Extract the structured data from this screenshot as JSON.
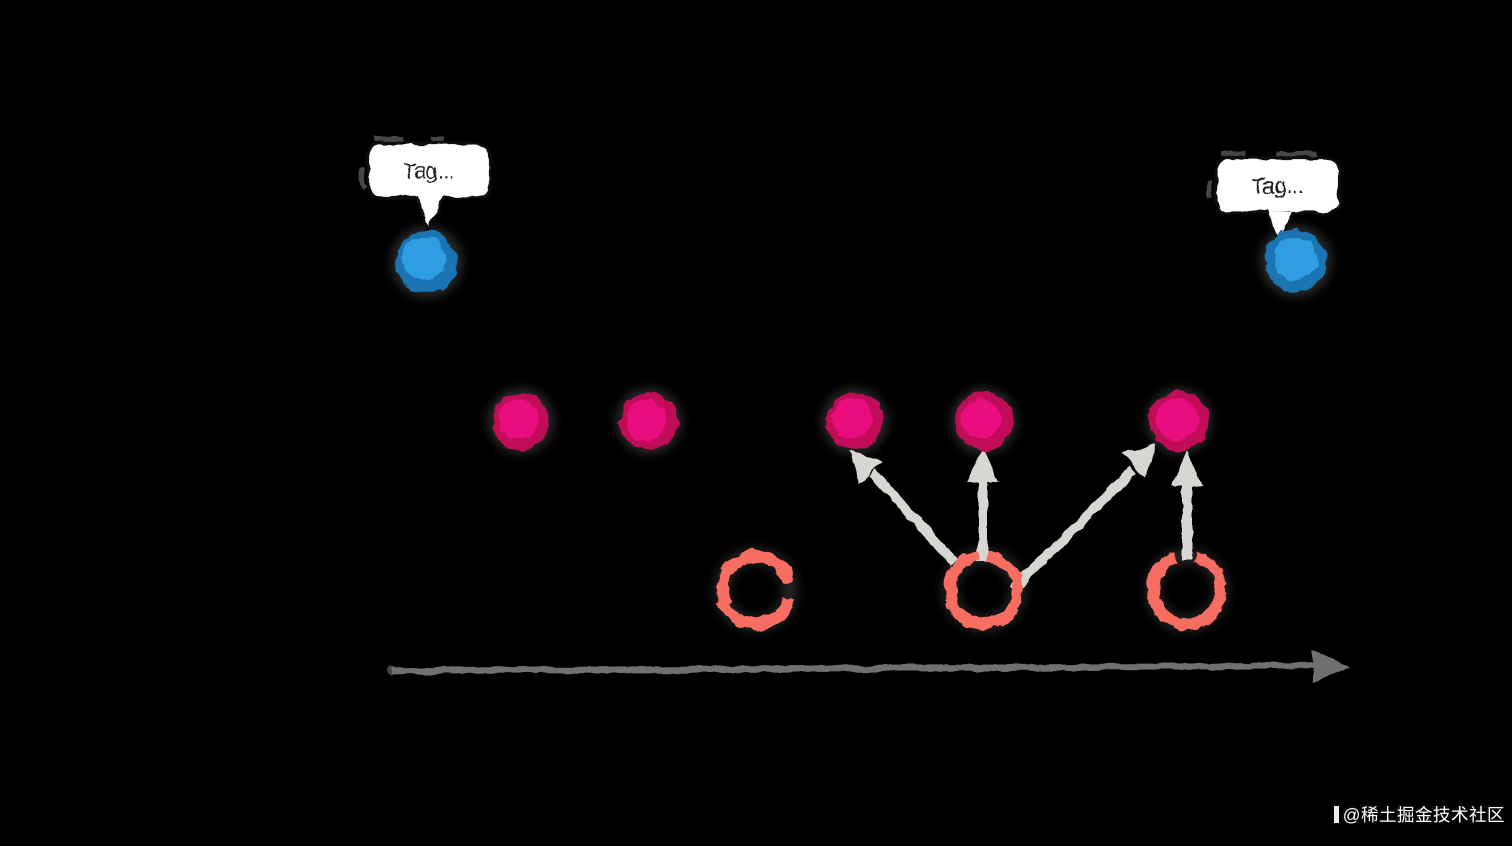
{
  "canvas": {
    "background": "#000000"
  },
  "diagram": {
    "tag_bubbles": [
      {
        "label": "Tag..."
      },
      {
        "label": "Tag..."
      }
    ]
  },
  "watermark": {
    "text": "@稀土掘金技术社区"
  },
  "colors": {
    "background": "#000000",
    "blue_outer": "#1c74b2",
    "blue_inner": "#2f9de2",
    "pink_outer": "#c11059",
    "pink_inner": "#ea117f",
    "red_ring": "#f86d62",
    "arrow_gray": "#d8d6d2",
    "axis_gray": "#6f6f6f",
    "bubble_fill": "#ffffff",
    "bubble_stroke": "#101010",
    "bubble_text": "#1a1a1a",
    "halo_gray": "#909090",
    "watermark_text": "#ffffff"
  }
}
